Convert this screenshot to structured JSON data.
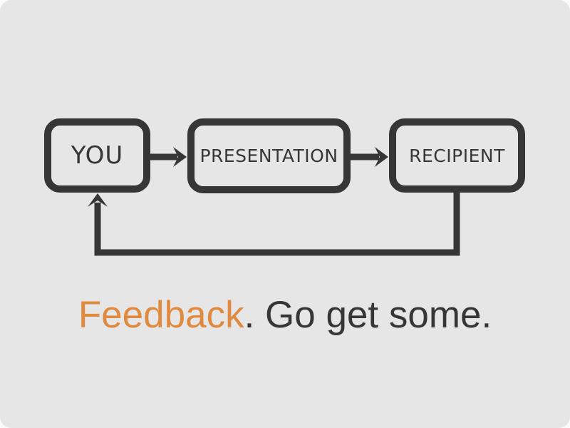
{
  "slide": {
    "colors": {
      "bg": "#e6e6e6",
      "ink": "#363636",
      "accent": "#df8a3f",
      "page": "#fbfbfb"
    }
  },
  "diagram": {
    "type": "flowchart",
    "nodes": [
      {
        "id": "you",
        "label": "YOU"
      },
      {
        "id": "presentation",
        "label": "PRESENTATION"
      },
      {
        "id": "recipient",
        "label": "RECIPIENT"
      }
    ],
    "edges": [
      {
        "from": "you",
        "to": "presentation",
        "style": "arrow"
      },
      {
        "from": "presentation",
        "to": "recipient",
        "style": "arrow"
      },
      {
        "from": "recipient",
        "to": "you",
        "style": "feedback-loop-arrow"
      }
    ]
  },
  "caption": {
    "highlight": "Feedback",
    "rest": ". Go get some."
  }
}
